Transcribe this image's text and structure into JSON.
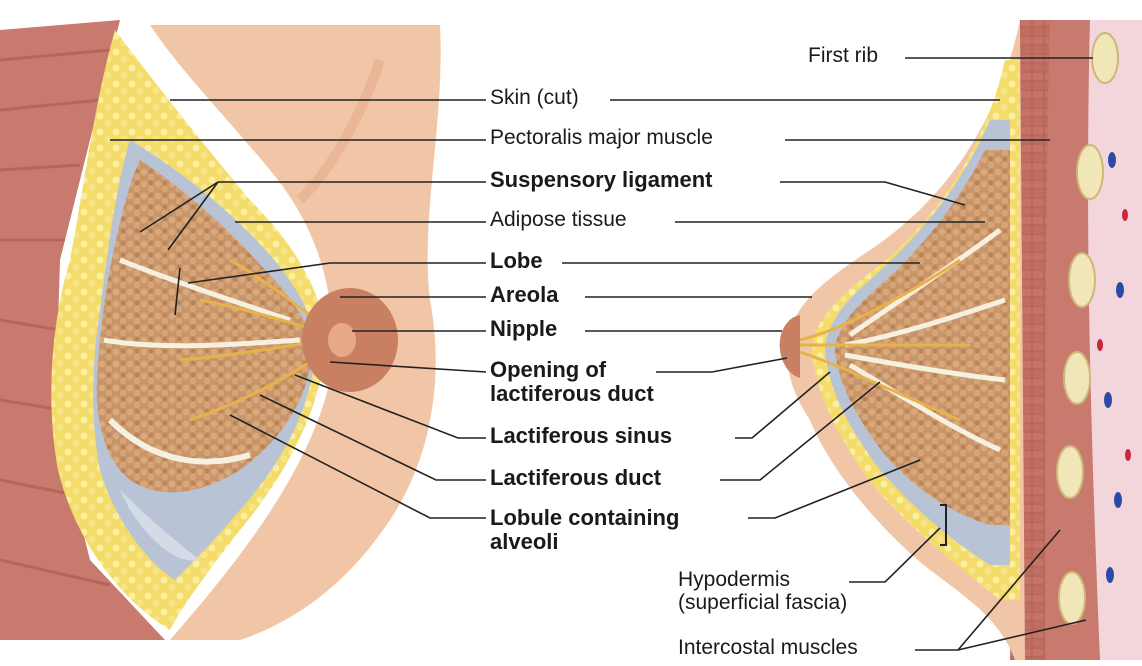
{
  "labels": {
    "first_rib": "First rib",
    "skin_cut": "Skin (cut)",
    "pectoralis": "Pectoralis major muscle",
    "suspensory": "Suspensory ligament",
    "adipose": "Adipose tissue",
    "lobe": "Lobe",
    "areola": "Areola",
    "nipple": "Nipple",
    "opening_line1": "Opening of",
    "opening_line2": "lactiferous duct",
    "sinus": "Lactiferous sinus",
    "duct": "Lactiferous duct",
    "lobule_line1": "Lobule containing",
    "lobule_line2": "alveoli",
    "hypodermis_line1": "Hypodermis",
    "hypodermis_line2": "(superficial fascia)",
    "intercostal": "Intercostal muscles"
  },
  "colors": {
    "muscle": "#c97a6e",
    "muscle_dark": "#a9564b",
    "skin": "#f1c6a6",
    "skin_shadow": "#d99b7a",
    "fat": "#f4dc6a",
    "fat_light": "#fbeea2",
    "lobe": "#c8956a",
    "lobe_dark": "#a87347",
    "fascia": "#b8c4d6",
    "rib": "#f1e6b8",
    "leader": "#222222"
  }
}
